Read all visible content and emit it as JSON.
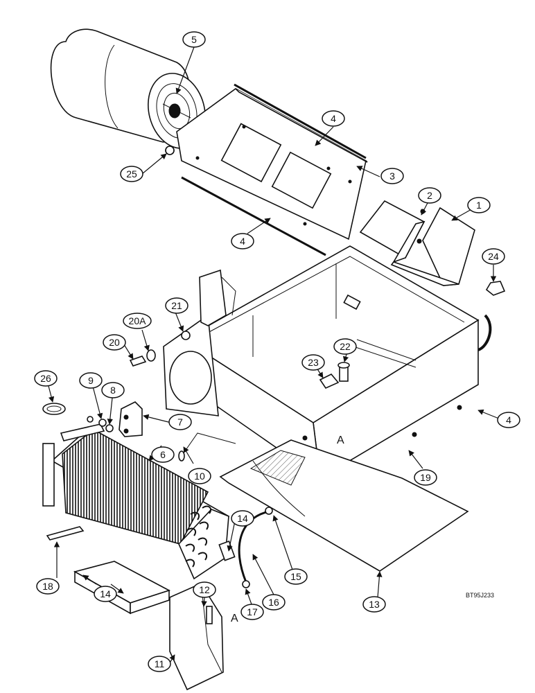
{
  "drawing_code": "BT95J233",
  "section_markers": [
    "A",
    "A"
  ],
  "callouts": [
    "1",
    "2",
    "3",
    "4",
    "4",
    "4",
    "5",
    "6",
    "7",
    "8",
    "9",
    "10",
    "11",
    "12",
    "13",
    "14",
    "14",
    "15",
    "16",
    "17",
    "18",
    "19",
    "20",
    "20A",
    "21",
    "22",
    "23",
    "24",
    "25",
    "26"
  ]
}
